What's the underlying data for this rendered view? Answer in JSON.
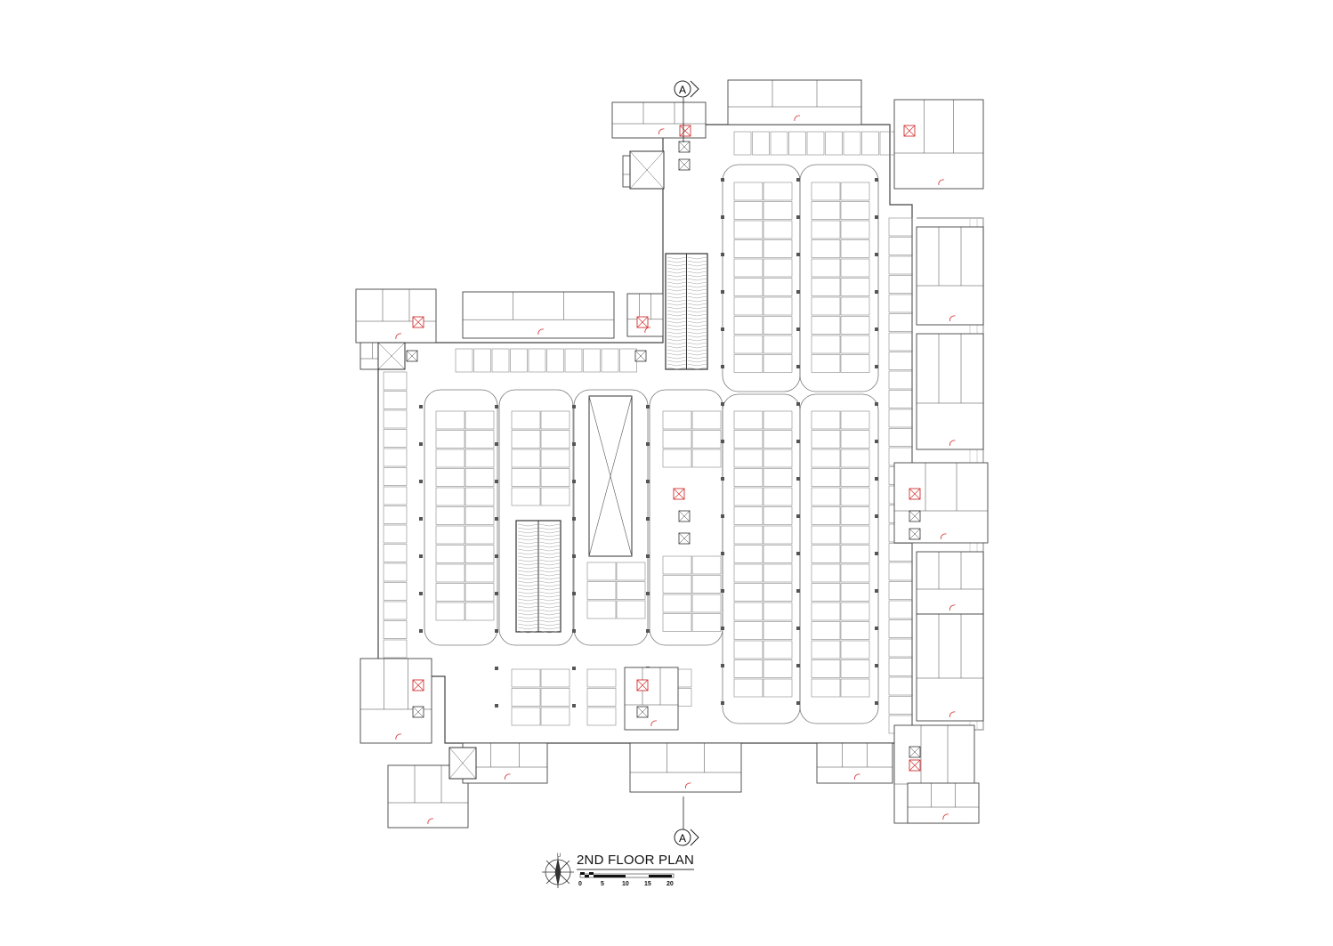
{
  "drawing": {
    "title": "2ND FLOOR PLAN",
    "section_marker_top": "A",
    "section_marker_bottom": "A",
    "compass_label": "U",
    "scale_labels": [
      "0",
      "5",
      "10",
      "15",
      "20"
    ]
  },
  "colors": {
    "line": "#555555",
    "heavy": "#222222",
    "door_swing": "#d23030"
  }
}
